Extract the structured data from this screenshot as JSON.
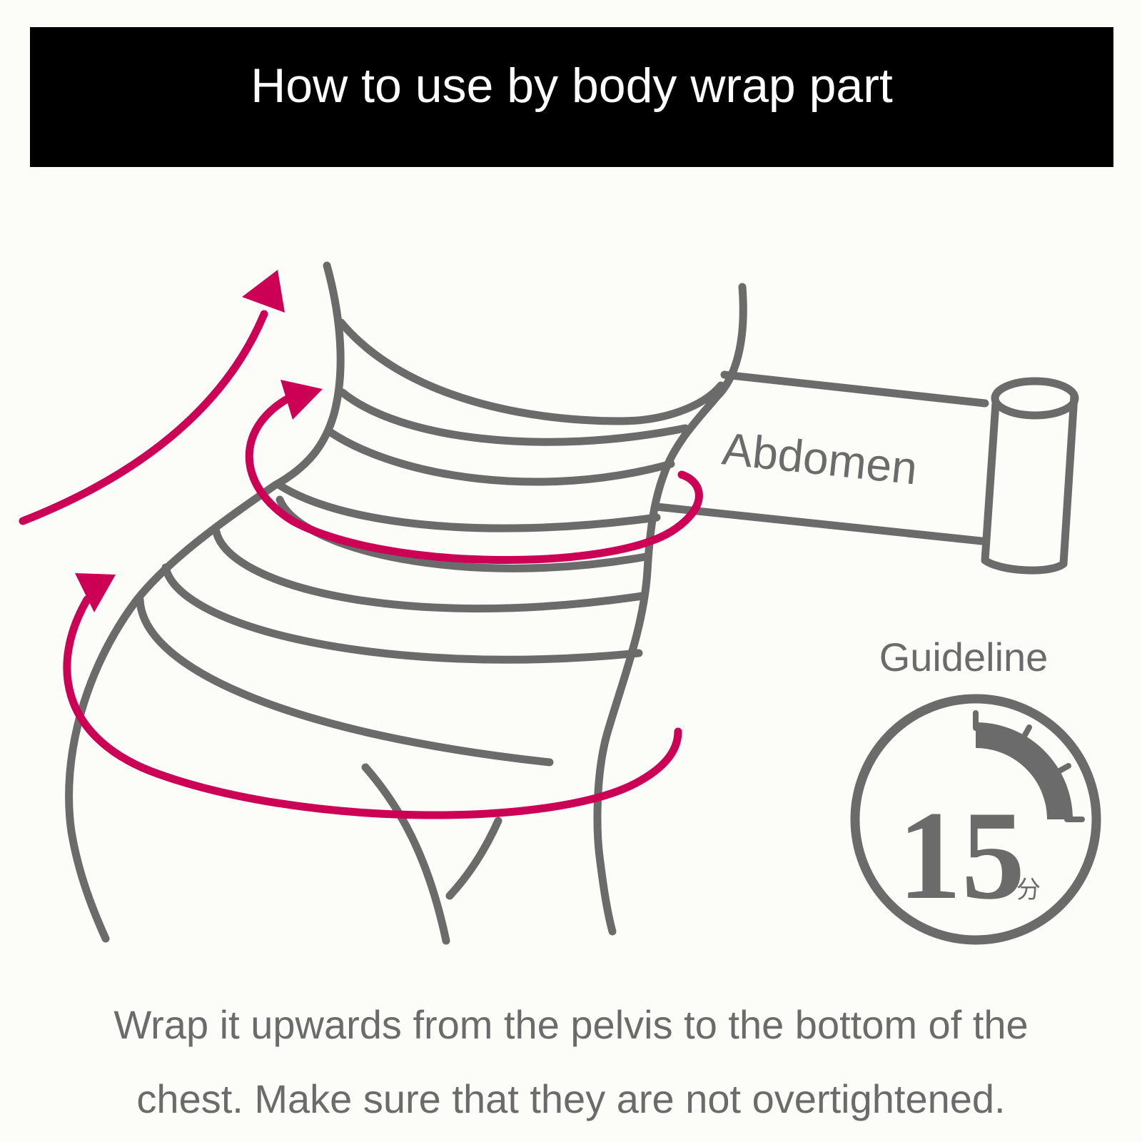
{
  "header": {
    "title": "How to use by body wrap part"
  },
  "figure": {
    "roll_label": "Abdomen",
    "guideline_label": "Guideline",
    "timer": {
      "number": "15",
      "unit": "分",
      "fraction": 0.25
    }
  },
  "caption": {
    "line1": "Wrap it upwards from the pelvis to the bottom of the",
    "line2": "chest. Make sure that they are not overtightened."
  },
  "colors": {
    "outline": "#6b6b6b",
    "arrow": "#cc0055",
    "header_bg": "#000000"
  }
}
